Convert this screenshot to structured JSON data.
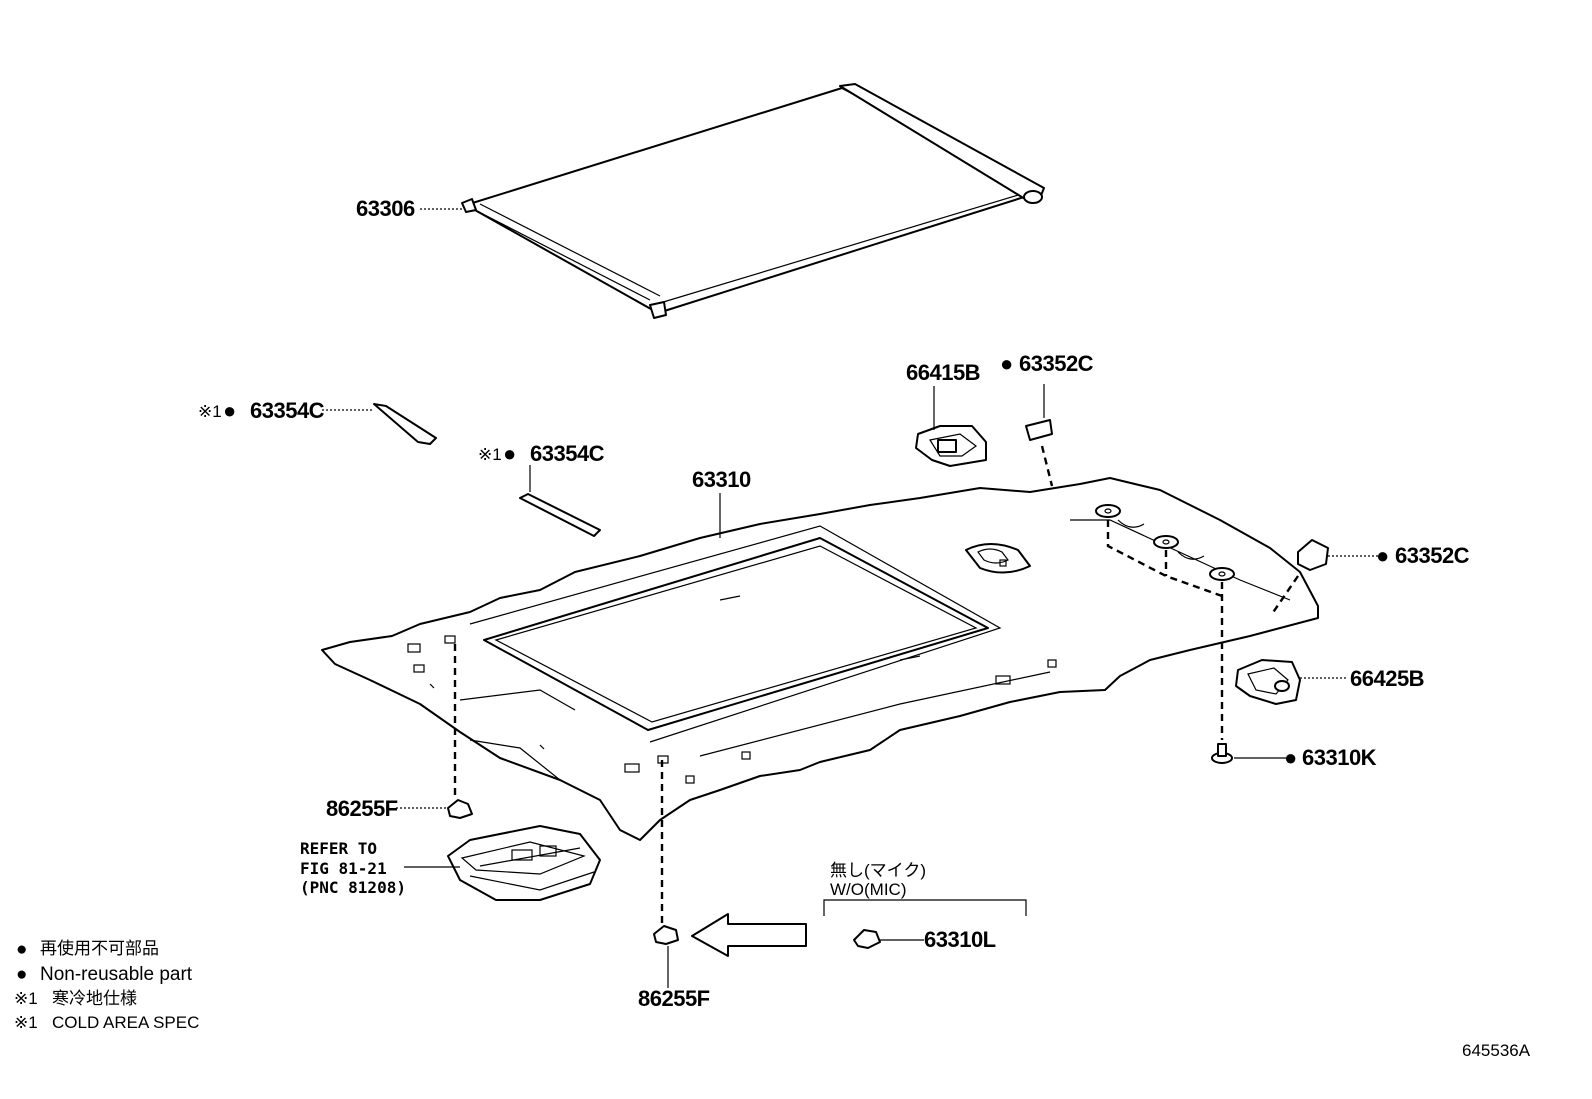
{
  "parts": {
    "p63306": "63306",
    "p63354c_a": "63354C",
    "p63354c_b": "63354C",
    "p63310": "63310",
    "p66415b": "66415B",
    "p63352c_top": "63352C",
    "p63352c_right": "63352C",
    "p66425b": "66425B",
    "p63310k": "63310K",
    "p86255f_left": "86255F",
    "p86255f_bottom": "86255F",
    "p63310l": "63310L"
  },
  "markers": {
    "cold_area": "※1",
    "non_reusable": "●"
  },
  "refer": {
    "line1": "REFER TO",
    "line2": "FIG 81-21",
    "line3": "(PNC 81208)"
  },
  "variant": {
    "jp": "無し(マイク)",
    "en": "W/O(MIC)"
  },
  "legend": {
    "bullet": "●",
    "jp_non_reusable": "再使用不可部品",
    "en_non_reusable": "Non-reusable part",
    "cold_mark": "※1",
    "jp_cold": "寒冷地仕様",
    "en_cold": "COLD AREA SPEC"
  },
  "figure_id": "645536A"
}
